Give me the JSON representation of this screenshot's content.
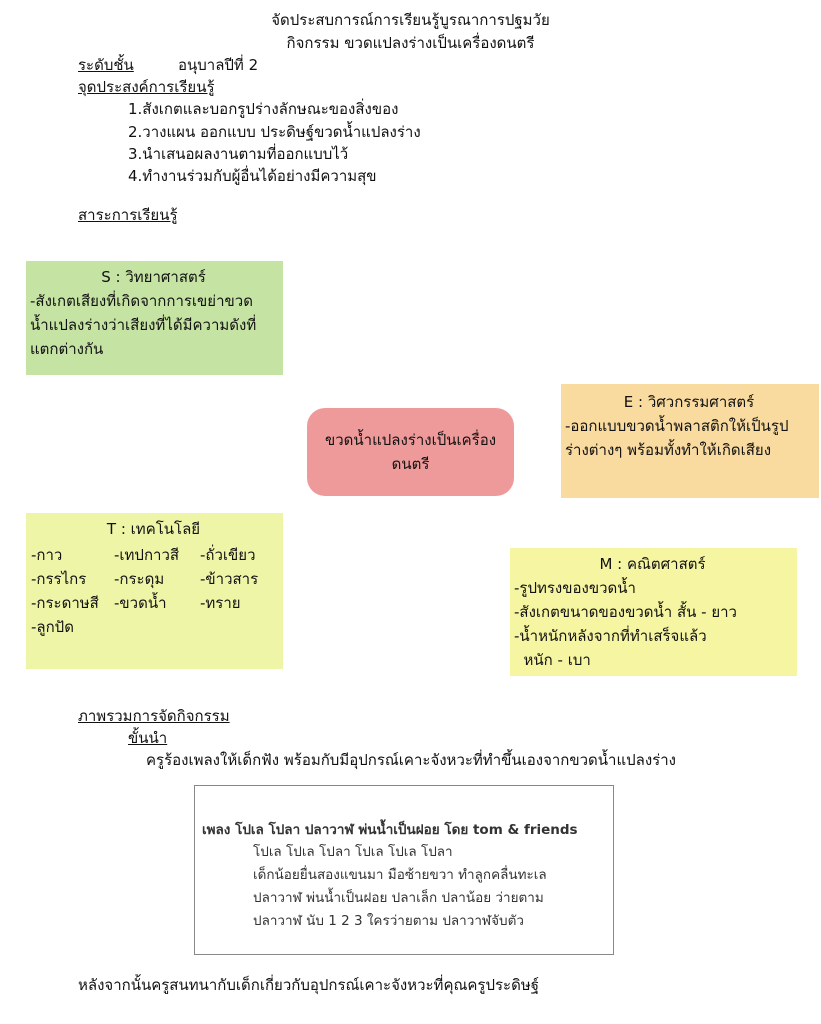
{
  "header": {
    "title_line1": "จัดประสบการณ์การเรียนรู้บูรณาการปฐมวัย",
    "title_line2": "กิจกรรม ขวดแปลงร่างเป็นเครื่องดนตรี"
  },
  "level": {
    "label": "ระดับชั้น",
    "value": "อนุบาลปีที่ 2"
  },
  "objectives": {
    "heading": "จุดประสงค์การเรียนรู้",
    "items": [
      "1.สังเกตและบอกรูปร่างลักษณะของสิ่งของ",
      "2.วางแผน ออกแบบ ประดิษฐ์ขวดน้ำแปลงร่าง",
      "3.นำเสนอผลงานตามที่ออกแบบไว้",
      "4.ทำงานร่วมกับผู้อื่นได้อย่างมีความสุข"
    ]
  },
  "content_heading": "สาระการเรียนรู้",
  "mindmap": {
    "center": "ขวดน้ำแปลงร่างเป็นเครื่องดนตรี",
    "science": {
      "title": "S : วิทยาศาสตร์",
      "lines": [
        "-สังเกตเสียงที่เกิดจากการเขย่าขวด",
        "น้ำแปลงร่างว่าเสียงที่ได้มีความดังที่",
        "แตกต่างกัน"
      ],
      "color": "#c5e3a2"
    },
    "engineering": {
      "title": "E : วิศวกรรมศาสตร์",
      "lines": [
        "-ออกแบบขวดน้ำพลาสติกให้เป็นรูป",
        "ร่างต่างๆ พร้อมทั้งทำให้เกิดเสียง"
      ],
      "color": "#f9dba0"
    },
    "technology": {
      "title": "T : เทคโนโลยี",
      "col1": [
        "-กาว",
        "-กรรไกร",
        "-กระดาษสี",
        "-ลูกปัด"
      ],
      "col2": [
        "-เทปกาวสี",
        "-กระดุม",
        "-ขวดน้ำ"
      ],
      "col3": [
        "-ถั่วเขียว",
        "-ข้าวสาร",
        "-ทราย"
      ],
      "color": "#eef5a6"
    },
    "math": {
      "title": "M : คณิตศาสตร์",
      "lines": [
        "-รูปทรงของขวดน้ำ",
        "-สังเกตขนาดของขวดน้ำ สั้น - ยาว",
        "-น้ำหนักหลังจากที่ทำเสร็จแล้ว",
        "  หนัก - เบา"
      ],
      "color": "#f6f5a2"
    },
    "center_color": "#ef9a9a"
  },
  "overview": {
    "heading": "ภาพรวมการจัดกิจกรรม",
    "step_heading": "ขั้นนำ",
    "step_text": "ครูร้องเพลงให้เด็กฟัง พร้อมกับมีอุปกรณ์เคาะจังหวะที่ทำขึ้นเองจากขวดน้ำแปลงร่าง"
  },
  "song": {
    "title": "เพลง โปเล โปลา ปลาวาฬ พ่นน้ำเป็นฝอย โดย tom & friends",
    "lyrics": [
      "โปเล โปเล โปลา โปเล โปเล โปลา",
      "เด็กน้อยยื่นสองแขนมา มือซ้ายขวา ทำลูกคลื่นทะเล",
      "ปลาวาฬ พ่นน้ำเป็นฝอย ปลาเล็ก ปลาน้อย ว่ายตาม",
      "ปลาวาฬ นับ 1 2 3 ใครว่ายตาม ปลาวาฬจับตัว"
    ]
  },
  "closing_text": "หลังจากนั้นครูสนทนากับเด็กเกี่ยวกับอุปกรณ์เคาะจังหวะที่คุณครูประดิษฐ์"
}
